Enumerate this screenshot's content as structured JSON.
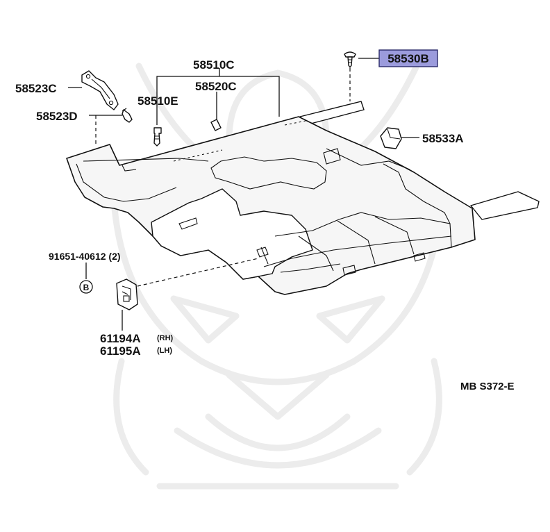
{
  "colors": {
    "highlight_fill": "#9b9bdc",
    "highlight_border": "#2a2a6a",
    "ink": "#111111",
    "watermark": "#ececec"
  },
  "labels": {
    "p58510C": "58510C",
    "p58510E": "58510E",
    "p58520C": "58520C",
    "p58523C": "58523C",
    "p58523D": "58523D",
    "p58530B": "58530B",
    "p58533A": "58533A",
    "p91651": "91651-40612 (2)",
    "circle_b": "B",
    "p61194A": "61194A",
    "p61194A_side": "(RH)",
    "p61195A": "61195A",
    "p61195A_side": "(LH)",
    "diagram_code": "MB S372-E"
  },
  "highlighted_part": "58530B",
  "icons": {
    "watermark": "samurai-helmet-watermark-icon"
  }
}
